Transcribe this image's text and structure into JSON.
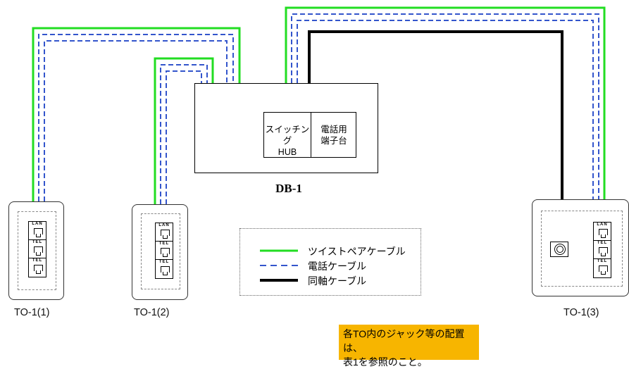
{
  "distribution_board": {
    "label": "DB-1",
    "switching_hub": "スイッチング\nHUB",
    "telephone_terminal": "電話用\n端子台"
  },
  "outlets": [
    {
      "label": "TO-1(1)",
      "jacks": [
        "LAN",
        "TEL",
        "TEL"
      ]
    },
    {
      "label": "TO-1(2)",
      "jacks": [
        "LAN",
        "TEL",
        "TEL"
      ]
    },
    {
      "label": "TO-1(3)",
      "jacks": [
        "LAN",
        "TEL",
        "TEL"
      ]
    }
  ],
  "legend": [
    {
      "label": "ツイストペアケーブル",
      "color": "#22dd22",
      "style": "solid"
    },
    {
      "label": "電話ケーブル",
      "color": "#3355cc",
      "style": "dashed"
    },
    {
      "label": "同軸ケーブル",
      "color": "#000000",
      "style": "solid"
    }
  ],
  "note": "各TO内のジャック等の配置は、\n表1を参照のこと。",
  "colors": {
    "twisted_pair": "#22dd22",
    "telephone": "#3355cc",
    "coaxial": "#000000",
    "note_background": "#f7b500"
  }
}
